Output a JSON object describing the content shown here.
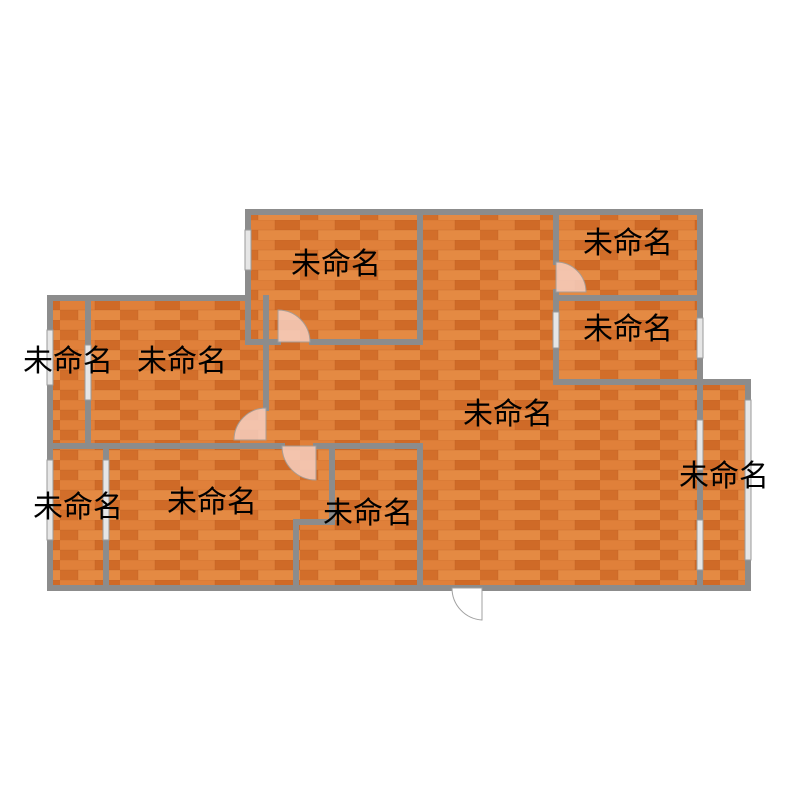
{
  "floor_plan": {
    "colors": {
      "floor": "#d9732c",
      "floor_light": "#e8843a",
      "floor_dark": "#b85a22",
      "wall": "#8c8c8c",
      "window": "#e6e6e6",
      "door": "#ffffff",
      "door_arc": "#f7cfc0",
      "label": "#000000"
    },
    "rooms": [
      {
        "id": "room-top-left",
        "label": "未命名"
      },
      {
        "id": "room-top-right-upper",
        "label": "未命名"
      },
      {
        "id": "room-top-right-lower",
        "label": "未命名"
      },
      {
        "id": "room-left-narrow",
        "label": "未命名"
      },
      {
        "id": "room-left-wide",
        "label": "未命名"
      },
      {
        "id": "room-main",
        "label": "未命名"
      },
      {
        "id": "room-right-strip",
        "label": "未命名"
      },
      {
        "id": "room-bottom-left",
        "label": "未命名"
      },
      {
        "id": "room-bottom-mid",
        "label": "未命名"
      },
      {
        "id": "room-bottom-center",
        "label": "未命名"
      }
    ]
  }
}
